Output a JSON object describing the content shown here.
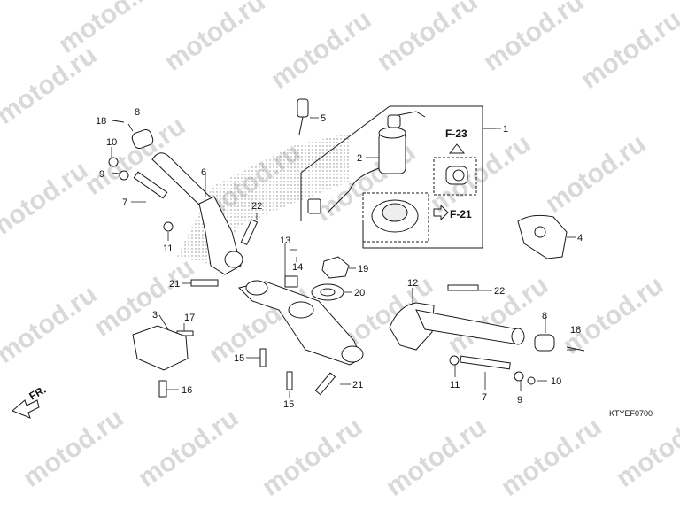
{
  "watermark": {
    "text": "motod.ru"
  },
  "diagram": {
    "code": "KTYEF0700",
    "front_marker": "FR.",
    "refs": [
      "F-23",
      "F-21"
    ],
    "callouts": {
      "c1": "1",
      "c2": "2",
      "c3": "3",
      "c4": "4",
      "c5": "5",
      "c6": "6",
      "c7a": "7",
      "c7b": "7",
      "c8a": "8",
      "c8b": "8",
      "c9a": "9",
      "c9b": "9",
      "c10a": "10",
      "c10b": "10",
      "c11a": "11",
      "c11b": "11",
      "c12": "12",
      "c13": "13",
      "c14": "14",
      "c15a": "15",
      "c15b": "15",
      "c16": "16",
      "c17": "17",
      "c18a": "18",
      "c18b": "18",
      "c19": "19",
      "c20": "20",
      "c21a": "21",
      "c21b": "21",
      "c22a": "22",
      "c22b": "22"
    }
  },
  "colors": {
    "line": "#1a1a1a",
    "watermark": "#d9d9d9",
    "shading": "#9a9a9a"
  }
}
